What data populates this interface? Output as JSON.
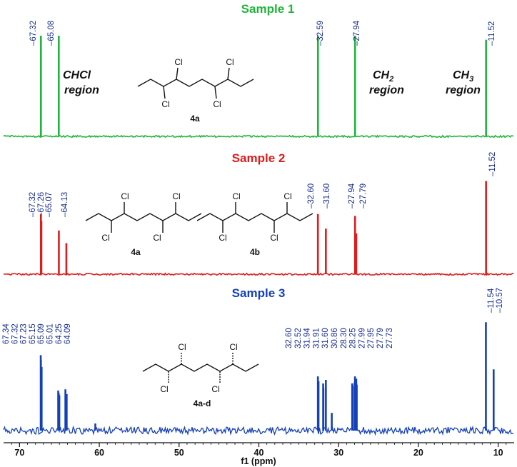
{
  "chart_data": {
    "type": "line",
    "xlabel": "f1 (ppm)",
    "xlim": [
      72,
      8
    ],
    "x_ticks": [
      "70",
      "60",
      "50",
      "40",
      "30",
      "20",
      "10"
    ],
    "panels": [
      {
        "title": "Sample 1",
        "color": "#1fb53a",
        "compound_labels": [
          "4a"
        ],
        "peaks": [
          {
            "ppm": 67.32,
            "height": 1.0
          },
          {
            "ppm": 65.08,
            "height": 1.0
          },
          {
            "ppm": 32.59,
            "height": 1.0
          },
          {
            "ppm": 27.94,
            "height": 1.0
          },
          {
            "ppm": 11.52,
            "height": 0.96
          }
        ],
        "peak_labels": [
          "67.32",
          "65.08",
          "32.59",
          "27.94",
          "11.52"
        ],
        "regions": [
          {
            "line1": "CHCl",
            "line2": "region"
          },
          {
            "line1": "CH",
            "sub": "2",
            "line2": "region"
          },
          {
            "line1": "CH",
            "sub": "3",
            "line2": "region"
          }
        ]
      },
      {
        "title": "Sample 2",
        "color": "#e01b1b",
        "compound_labels": [
          "4a",
          "4b"
        ],
        "peaks": [
          {
            "ppm": 67.32,
            "height": 0.62
          },
          {
            "ppm": 67.26,
            "height": 0.55
          },
          {
            "ppm": 65.07,
            "height": 0.45
          },
          {
            "ppm": 64.13,
            "height": 0.32
          },
          {
            "ppm": 32.6,
            "height": 0.62
          },
          {
            "ppm": 31.6,
            "height": 0.47
          },
          {
            "ppm": 27.94,
            "height": 0.6
          },
          {
            "ppm": 27.79,
            "height": 0.42
          },
          {
            "ppm": 11.52,
            "height": 0.96
          }
        ],
        "peak_labels": [
          "67.32",
          "67.26",
          "65.07",
          "64.13",
          "32.60",
          "31.60",
          "27.94",
          "27.79",
          "11.52"
        ]
      },
      {
        "title": "Sample 3",
        "color": "#1440b8",
        "compound_labels": [
          "4a-d"
        ],
        "peaks": [
          {
            "ppm": 67.34,
            "height": 0.64
          },
          {
            "ppm": 67.32,
            "height": 0.6
          },
          {
            "ppm": 67.23,
            "height": 0.54
          },
          {
            "ppm": 65.15,
            "height": 0.34
          },
          {
            "ppm": 65.09,
            "height": 0.32
          },
          {
            "ppm": 65.01,
            "height": 0.3
          },
          {
            "ppm": 64.25,
            "height": 0.35
          },
          {
            "ppm": 64.09,
            "height": 0.31
          },
          {
            "ppm": 60.5,
            "height": 0.06
          },
          {
            "ppm": 32.6,
            "height": 0.46
          },
          {
            "ppm": 32.52,
            "height": 0.42
          },
          {
            "ppm": 31.94,
            "height": 0.4
          },
          {
            "ppm": 31.91,
            "height": 0.36
          },
          {
            "ppm": 31.6,
            "height": 0.43
          },
          {
            "ppm": 30.86,
            "height": 0.15
          },
          {
            "ppm": 28.3,
            "height": 0.4
          },
          {
            "ppm": 28.25,
            "height": 0.38
          },
          {
            "ppm": 27.99,
            "height": 0.41
          },
          {
            "ppm": 27.95,
            "height": 0.46
          },
          {
            "ppm": 27.79,
            "height": 0.44
          },
          {
            "ppm": 27.73,
            "height": 0.39
          },
          {
            "ppm": 11.54,
            "height": 0.92
          },
          {
            "ppm": 10.57,
            "height": 0.52
          }
        ],
        "peak_labels_left": [
          "67.34",
          "67.32",
          "67.23",
          "65.15",
          "65.09",
          "65.01",
          "64.25",
          "64.09"
        ],
        "peak_labels_mid": [
          "32.60",
          "32.52",
          "31.94",
          "31.91",
          "31.60",
          "30.86",
          "28.30",
          "28.25",
          "27.99",
          "27.95",
          "27.79",
          "27.73"
        ],
        "peak_labels_right": [
          "11.54",
          "10.57"
        ]
      }
    ]
  },
  "atoms": {
    "cl": "Cl"
  }
}
